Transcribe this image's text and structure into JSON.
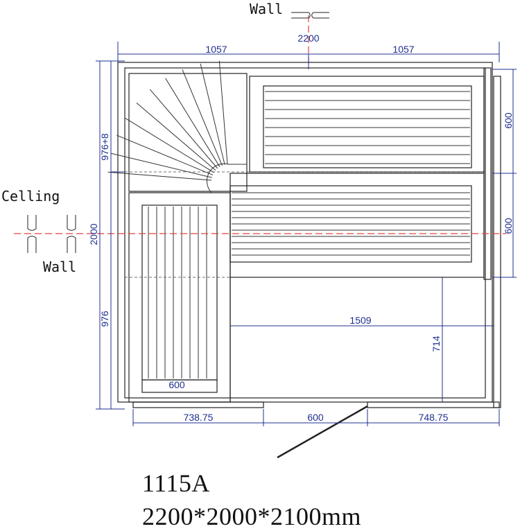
{
  "labels": {
    "wall_top": "Wall",
    "ceiling": "Celling",
    "wall_left": "Wall"
  },
  "dimensions": {
    "overall_width": "2200",
    "top_left_half": "1057",
    "top_right_half": "1057",
    "left_upper": "976+8",
    "left_overall": "2000",
    "left_lower": "976",
    "right_upper": "600",
    "right_lower": "600",
    "bench_bottom_width": "600",
    "inner_span": "1509",
    "inner_height": "714",
    "bottom_left": "738.75",
    "bottom_door": "600",
    "bottom_right": "748.75"
  },
  "caption": {
    "model": "1115A",
    "size": "2200*2000*2100mm"
  },
  "colors": {
    "dimension": "#1f2f8f",
    "outline": "#222222",
    "center_line": "#e0403a"
  }
}
